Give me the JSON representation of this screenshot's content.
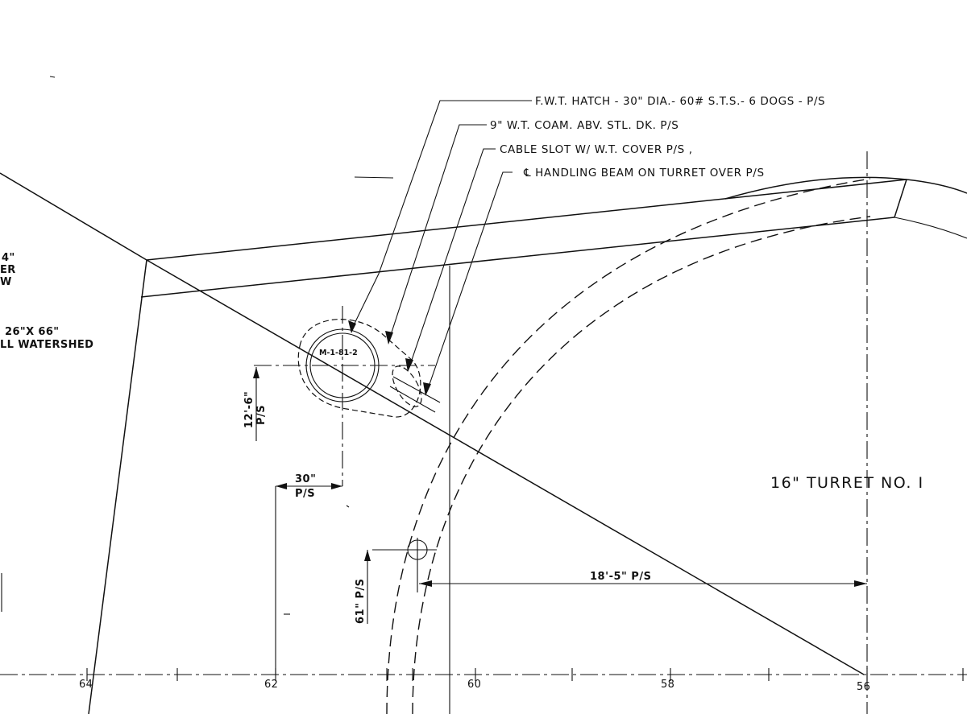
{
  "callouts": {
    "hatch": "F.W.T. HATCH - 30\" DIA.- 60# S.T.S.- 6 DOGS - P/S",
    "coaming": "9\" W.T. COAM. ABV. STL. DK.  P/S",
    "cable_slot": "CABLE SLOT W/ W.T. COVER P/S ,",
    "handling_beam": "℄ HANDLING BEAM ON TURRET OVER P/S"
  },
  "left_edge_text": {
    "line1": "4\"",
    "line2": "ER",
    "line3": "W",
    "line4": "26\"X 66\"",
    "line5": "LL WATERSHED"
  },
  "hatch_tag": "M-1-81-2",
  "dimensions": {
    "vertical_hatch": "12'-6\"",
    "vertical_hatch_side": "P/S",
    "horizontal_hatch": "30\"",
    "horizontal_hatch_side": "P/S",
    "vertical_small": "61\" P/S",
    "turret_offset": "18'-5\" P/S"
  },
  "turret_label": "16\" TURRET NO. I",
  "frames": [
    "64",
    "62",
    "60",
    "58",
    "56"
  ]
}
